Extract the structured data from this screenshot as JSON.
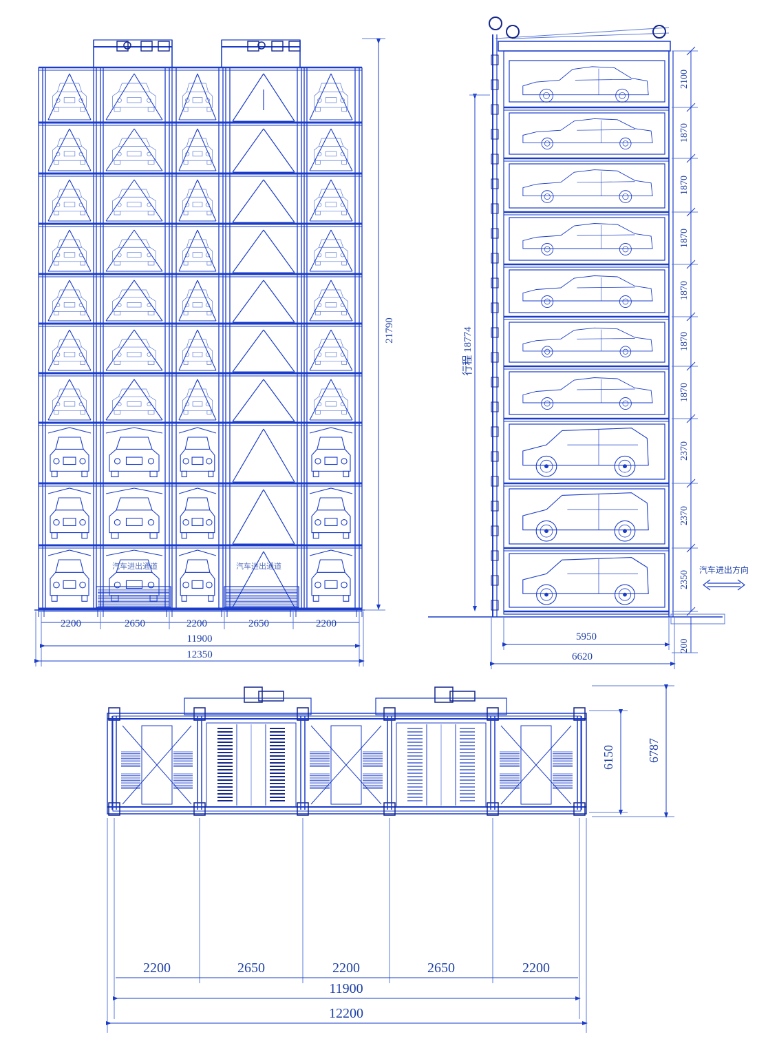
{
  "front_view": {
    "height_dim": "21790",
    "bay_dims": [
      "2200",
      "2650",
      "2200",
      "2650",
      "2200"
    ],
    "inner_width": "11900",
    "outer_width": "12350",
    "lane_labels": [
      "汽车进出通道",
      "汽车进出通道"
    ]
  },
  "side_view": {
    "travel_label": "行程 18774",
    "level_dims": [
      "2100",
      "1870",
      "1870",
      "1870",
      "1870",
      "1870",
      "1870",
      "2370",
      "2370",
      "2350"
    ],
    "pit_dim": "200",
    "inner_depth": "5950",
    "outer_depth": "6620",
    "direction_label": "汽车进出方向"
  },
  "plan_view": {
    "bay_dims": [
      "2200",
      "2650",
      "2200",
      "2650",
      "2200"
    ],
    "inner_width": "11900",
    "outer_width": "12200",
    "inner_depth": "6150",
    "outer_depth": "6787"
  },
  "colors": {
    "line": "#1a3cc8",
    "line_light": "#5a78d8",
    "text": "#1d3fa6"
  }
}
